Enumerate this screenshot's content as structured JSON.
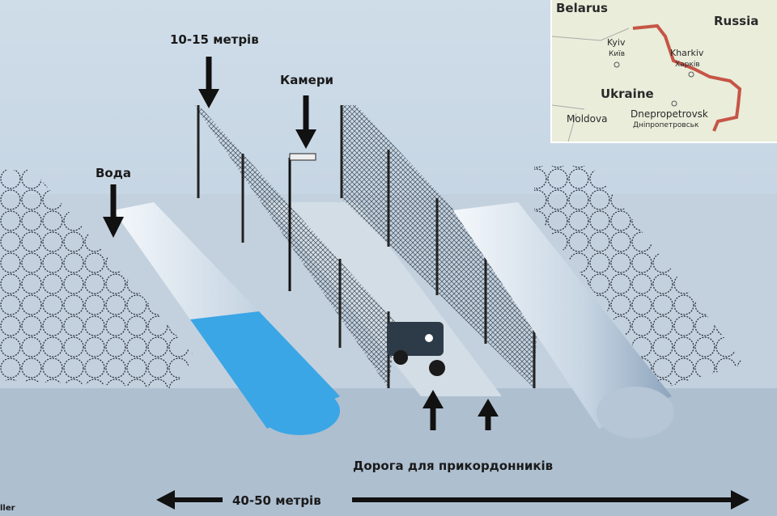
{
  "labels": {
    "fence_height": "10-15 метрів",
    "cameras": "Камери",
    "water": "Вода",
    "road": "Дорога для прикордонників",
    "width": "40-50 метрів",
    "credit_fragment": "ller"
  },
  "map": {
    "countries": [
      "Belarus",
      "Russia",
      "Ukraine",
      "Moldova"
    ],
    "cities": [
      {
        "name": "Kyiv",
        "local": "Київ"
      },
      {
        "name": "Kharkiv",
        "local": "Харків"
      },
      {
        "name": "Dnepropetrovsk",
        "local": "Дніпропетровськ"
      }
    ],
    "border_color": "#c0392b"
  },
  "colors": {
    "water": "#3aa6e6",
    "sky": "#c9d8e6"
  }
}
